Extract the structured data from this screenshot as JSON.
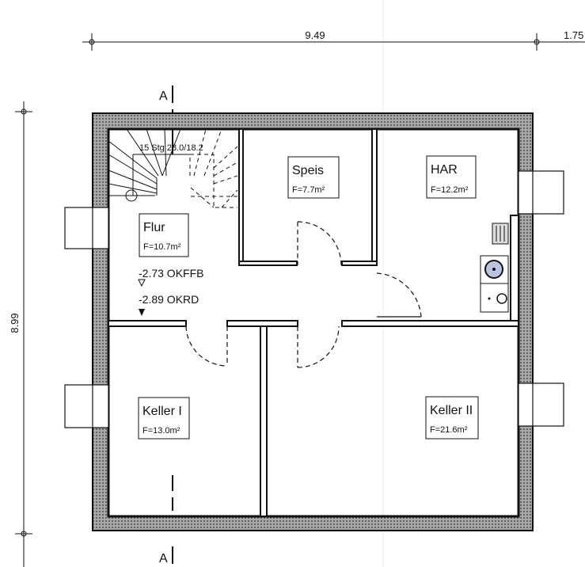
{
  "dimensions": {
    "width_main": "9.49",
    "width_extra": "1.75",
    "height": "8.99"
  },
  "section_marker": "A",
  "stair_label": "15 Stg 28.0/18.2",
  "levels": {
    "okffb": "-2.73 OKFFB",
    "okrd": "-2.89 OKRD"
  },
  "rooms": [
    {
      "name": "Flur",
      "area": "F=10.7m²"
    },
    {
      "name": "Speis",
      "area": "F=7.7m²"
    },
    {
      "name": "HAR",
      "area": "F=12.2m²"
    },
    {
      "name": "Keller I",
      "area": "F=13.0m²"
    },
    {
      "name": "Keller II",
      "area": "F=21.6m²"
    }
  ],
  "colors": {
    "wall_fill": "#9a9a9a",
    "line": "#111111",
    "appliance": "#b8c4e0"
  }
}
